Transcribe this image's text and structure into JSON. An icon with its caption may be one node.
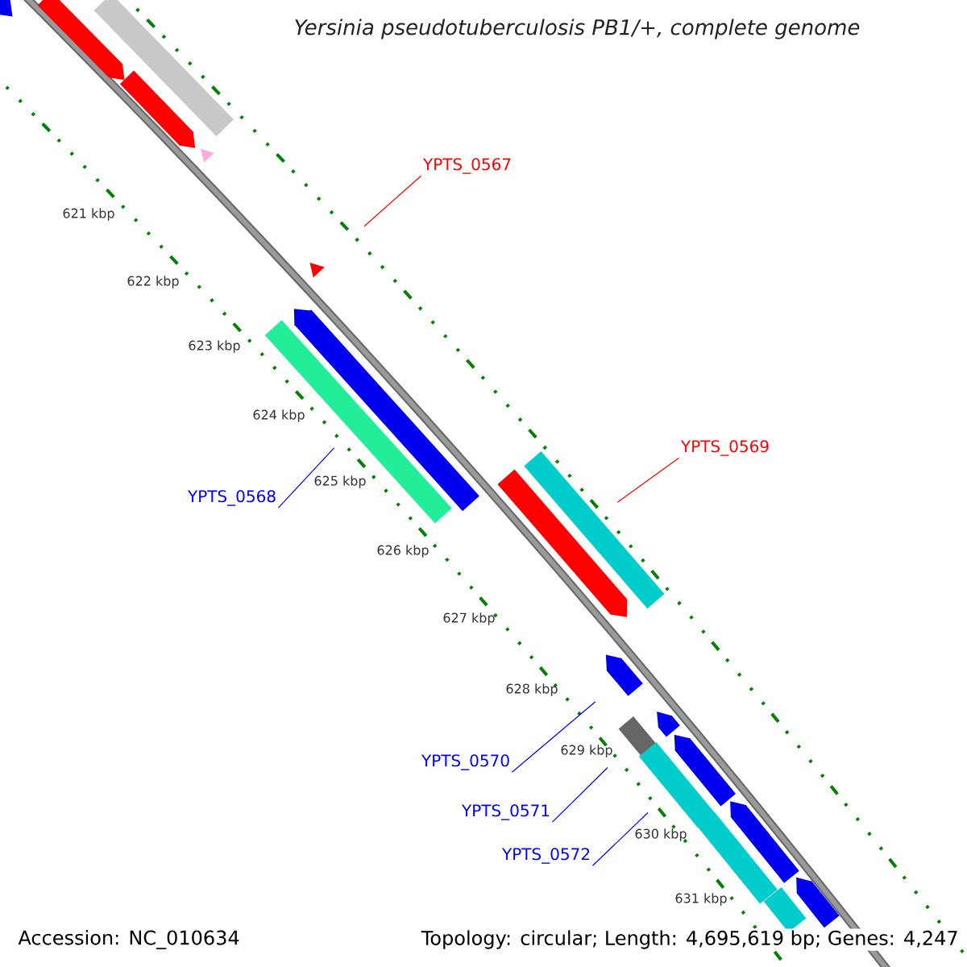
{
  "diagram": {
    "title": "Yersinia pseudotuberculosis PB1/+, complete genome",
    "nodes": [
      {
        "text": [],
        "shape": "bar"
      },
      {
        "text": [],
        "shape": "bar"
      },
      {
        "text": [],
        "shape": "bar"
      },
      {
        "text": [],
        "shape": "bar"
      },
      {
        "text": [],
        "shape": "triangle"
      },
      {
        "text": [
          "YPTS_0567"
        ]
      },
      {
        "text": [],
        "shape": "triangle"
      },
      {
        "text": [],
        "shape": "bar"
      },
      {
        "text": [],
        "shape": "bar"
      },
      {
        "text": [
          "YPTS_0569"
        ]
      },
      {
        "text": [],
        "shape": "bar"
      },
      {
        "text": [],
        "shape": "bar"
      },
      {
        "text": [
          "YPTS_0568"
        ]
      },
      {
        "text": [],
        "shape": "bar"
      },
      {
        "text": [],
        "shape": "bar"
      },
      {
        "text": [],
        "shape": "box"
      },
      {
        "text": [],
        "shape": "bar"
      },
      {
        "text": [],
        "shape": "bar"
      },
      {
        "text": [
          "YPTS_0570"
        ]
      },
      {
        "text": [],
        "shape": "bar"
      },
      {
        "text": [],
        "shape": "bar"
      },
      {
        "text": [
          "YPTS_0571"
        ]
      },
      {
        "text": [
          "YPTS_0572"
        ]
      },
      {
        "text": [],
        "shape": "bar"
      },
      {
        "text": [],
        "shape": "bar"
      }
    ],
    "edges": [
      {
        "from": 5,
        "to": 6,
        "arrow": "none",
        "color": "#ff0000"
      },
      {
        "from": 12,
        "to": 8,
        "arrow": "none"
      },
      {
        "from": 9,
        "to": 11,
        "arrow": "none",
        "color": "#ff0000"
      },
      {
        "from": 18,
        "to": 13,
        "arrow": "none"
      },
      {
        "from": 21,
        "to": 15,
        "arrow": "none"
      },
      {
        "from": 22,
        "to": 17,
        "arrow": "none"
      }
    ],
    "labels": [
      "621 kbp",
      "622 kbp",
      "623 kbp",
      "624 kbp",
      "625 kbp",
      "626 kbp",
      "627 kbp",
      "628 kbp",
      "629 kbp",
      "630 kbp",
      "631 kbp",
      "Accession: NC_010634",
      "Topology: circular; Length: 4,695,619 bp; Genes: 4,247"
    ]
  }
}
